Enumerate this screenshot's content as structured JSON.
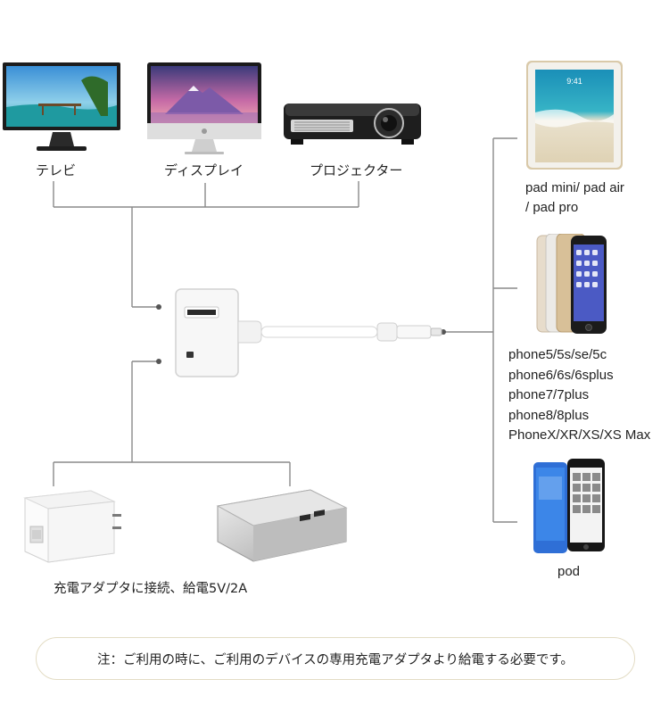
{
  "devices": {
    "tv_label": "テレビ",
    "display_label": "ディスプレイ",
    "projector_label": "プロジェクター",
    "ipad_label_line1": "pad mini/ pad air",
    "ipad_label_line2": "/ pad pro",
    "ipod_label": "pod",
    "ipad_screen_time": "9:41"
  },
  "iphone_models": [
    "phone5/5s/se/5c",
    "phone6/6s/6splus",
    "phone7/7plus",
    "phone8/8plus",
    "PhoneX/XR/XS/XS Max"
  ],
  "power": {
    "label": "充電アダプタに接続、給電5V/2A"
  },
  "note": {
    "text": "注：ご利用の時に、ご利用のデバイスの専用充電アダプタより給電する必要です。"
  },
  "colors": {
    "line": "#8a8a8a",
    "note_border": "#e3dcc4",
    "ipod_blue": "#2f6fd6"
  }
}
